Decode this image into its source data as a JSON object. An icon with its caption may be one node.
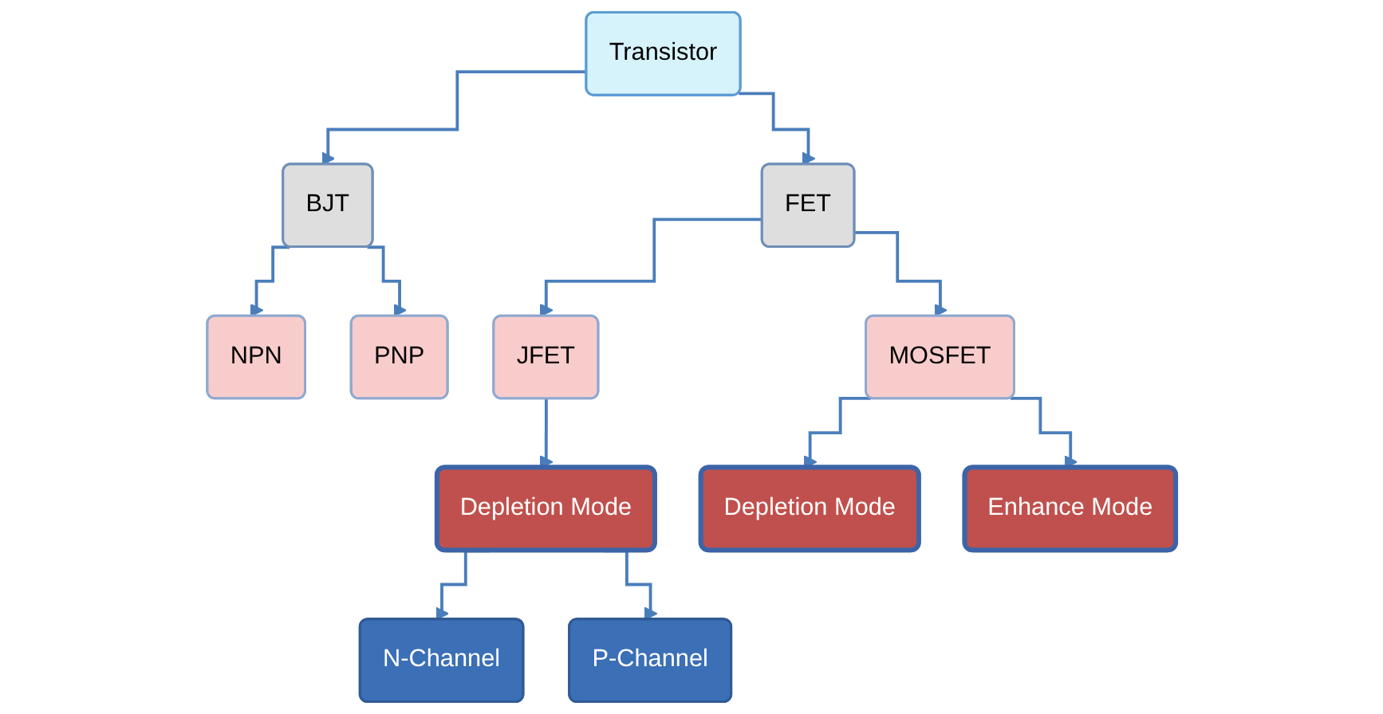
{
  "diagram": {
    "nodes": [
      {
        "text": [
          "Transistor"
        ]
      },
      {
        "text": [
          "BJT"
        ]
      },
      {
        "text": [
          "FET"
        ]
      },
      {
        "text": [
          "NPN"
        ]
      },
      {
        "text": [
          "PNP"
        ]
      },
      {
        "text": [
          "JFET"
        ]
      },
      {
        "text": [
          "MOSFET"
        ]
      },
      {
        "text": [
          "Depletion Mode"
        ]
      },
      {
        "text": [
          "Depletion Mode"
        ]
      },
      {
        "text": [
          "Enhance Mode"
        ]
      },
      {
        "text": [
          "N-Channel"
        ]
      },
      {
        "text": [
          "P-Channel"
        ]
      }
    ],
    "edges": [
      {
        "from": 0,
        "to": 1,
        "arrow": "to"
      },
      {
        "from": 0,
        "to": 2,
        "arrow": "to"
      },
      {
        "from": 1,
        "to": 3,
        "arrow": "to"
      },
      {
        "from": 1,
        "to": 4,
        "arrow": "to"
      },
      {
        "from": 2,
        "to": 5,
        "arrow": "to"
      },
      {
        "from": 2,
        "to": 6,
        "arrow": "to"
      },
      {
        "from": 5,
        "to": 7,
        "arrow": "to"
      },
      {
        "from": 6,
        "to": 8,
        "arrow": "to"
      },
      {
        "from": 6,
        "to": 9,
        "arrow": "to"
      },
      {
        "from": 7,
        "to": 10,
        "arrow": "to"
      },
      {
        "from": 7,
        "to": 11,
        "arrow": "to"
      }
    ]
  }
}
